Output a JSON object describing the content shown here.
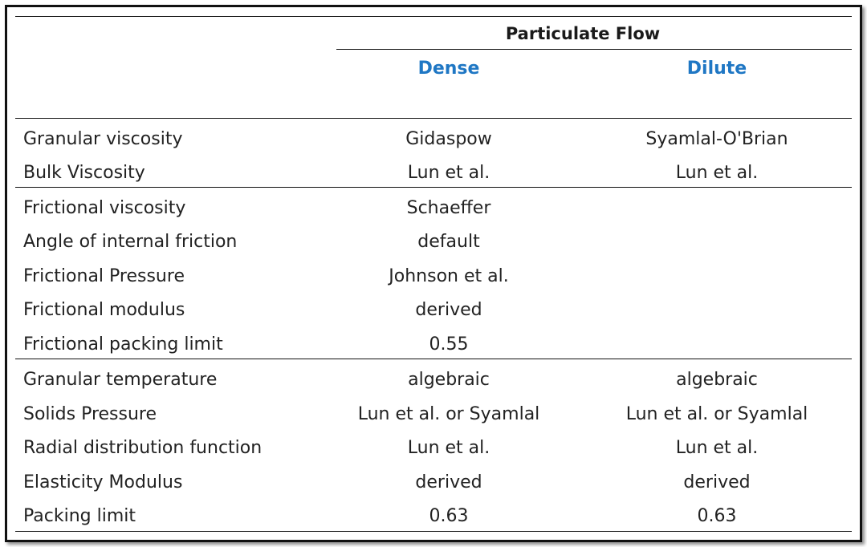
{
  "table": {
    "group_header": "Particulate Flow",
    "columns": [
      "Dense",
      "Dilute"
    ],
    "header_color": "#1f77c4",
    "sections": [
      {
        "rows": [
          {
            "label": "Granular viscosity",
            "dense": "Gidaspow",
            "dilute": "Syamlal-O'Brian"
          },
          {
            "label": "Bulk Viscosity",
            "dense": "Lun et al.",
            "dilute": "Lun et al."
          }
        ]
      },
      {
        "rows": [
          {
            "label": "Frictional viscosity",
            "dense": "Schaeffer",
            "dilute": ""
          },
          {
            "label": "Angle of internal friction",
            "dense": "default",
            "dilute": ""
          },
          {
            "label": "Frictional Pressure",
            "dense": "Johnson et al.",
            "dilute": ""
          },
          {
            "label": "Frictional modulus",
            "dense": "derived",
            "dilute": ""
          },
          {
            "label": "Frictional packing limit",
            "dense": "0.55",
            "dilute": ""
          }
        ]
      },
      {
        "rows": [
          {
            "label": "Granular temperature",
            "dense": "algebraic",
            "dilute": "algebraic"
          },
          {
            "label": "Solids Pressure",
            "dense": "Lun et al. or Syamlal",
            "dilute": "Lun et al. or Syamlal"
          },
          {
            "label": "Radial distribution function",
            "dense": "Lun et al.",
            "dilute": "Lun et al."
          },
          {
            "label": "Elasticity Modulus",
            "dense": "derived",
            "dilute": "derived"
          },
          {
            "label": "Packing limit",
            "dense": "0.63",
            "dilute": "0.63"
          }
        ]
      }
    ]
  }
}
